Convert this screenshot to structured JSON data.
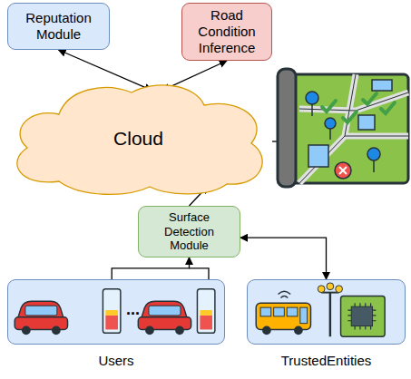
{
  "diagram": {
    "nodes": [
      {
        "text": [
          "Reputation Module"
        ]
      },
      {
        "text": [
          "Road Condition Inference"
        ]
      },
      {
        "text": [
          "Cloud"
        ]
      },
      {
        "text": [
          "Surface Detection Module"
        ]
      },
      {
        "text": [
          "Users"
        ]
      },
      {
        "text": [
          "TrustedEntities"
        ]
      }
    ],
    "edges": [
      {
        "from": 0,
        "to": 2,
        "arrow": "both"
      },
      {
        "from": 1,
        "to": 2,
        "arrow": "both"
      },
      {
        "from": 3,
        "to": 2,
        "arrow": "to"
      },
      {
        "from": 4,
        "to": 3,
        "arrow": "to"
      },
      {
        "from": 3,
        "to": 5,
        "arrow": "both"
      }
    ],
    "labels": [
      "..."
    ]
  }
}
